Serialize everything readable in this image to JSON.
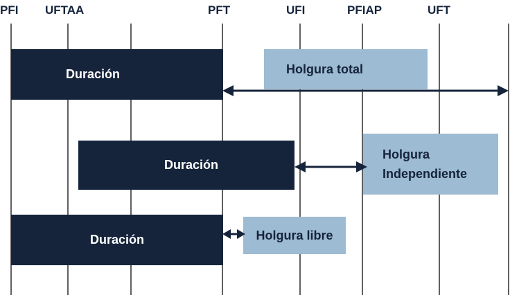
{
  "colors": {
    "dark_bar": "#15243b",
    "light_bar": "#9dbbd2",
    "gridline": "#2b2b2b",
    "arrow": "#15243b",
    "background": "#ffffff"
  },
  "headers": {
    "pfi": "PFI",
    "uftaa": "UFTAA",
    "pft": "PFT",
    "ufi": "UFI",
    "pfiap": "PFIAP",
    "uft": "UFT"
  },
  "row1": {
    "duration_label": "Duración",
    "slack_label": "Holgura total"
  },
  "row2": {
    "duration_label": "Duración",
    "slack_line1": "Holgura",
    "slack_line2": "Independiente"
  },
  "row3": {
    "duration_label": "Duración",
    "slack_label": "Holgura libre"
  }
}
